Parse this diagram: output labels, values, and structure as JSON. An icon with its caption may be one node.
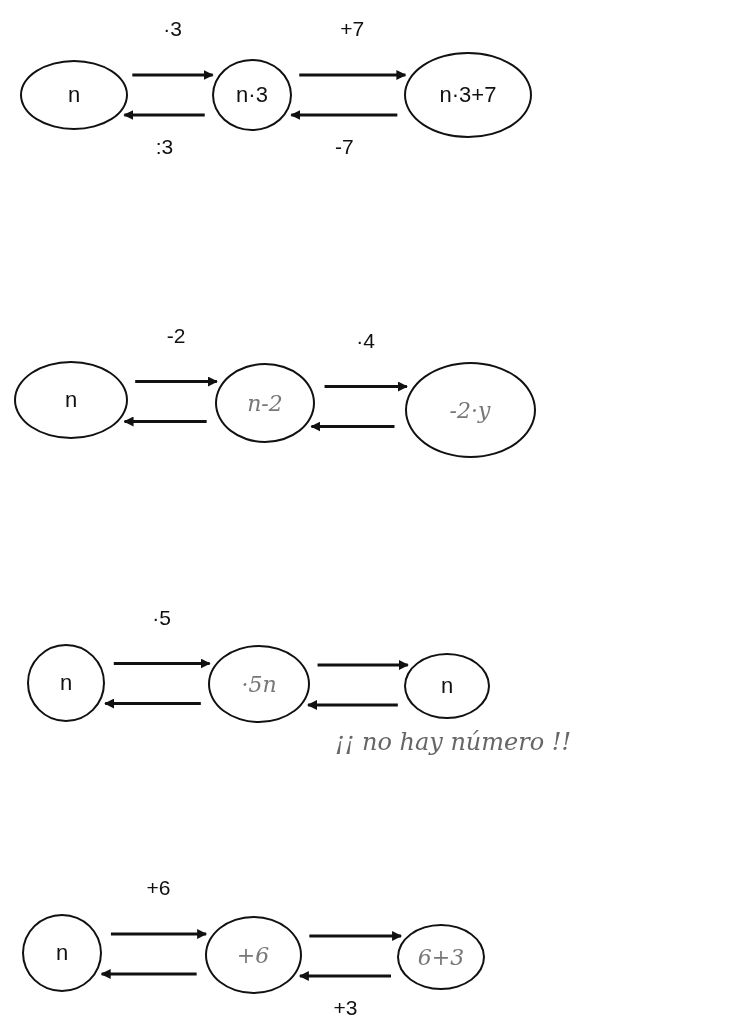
{
  "diagram": {
    "nodes": [
      {
        "text": [
          "n"
        ]
      },
      {
        "text": [
          "n·3"
        ]
      },
      {
        "text": [
          "n·3+7"
        ]
      },
      {
        "text": [
          "n"
        ]
      },
      {
        "text": [
          "n-2"
        ]
      },
      {
        "text": [
          "-2·y"
        ]
      },
      {
        "text": [
          "n"
        ]
      },
      {
        "text": [
          "·5n"
        ]
      },
      {
        "text": [
          "n"
        ]
      },
      {
        "text": [
          "n"
        ]
      },
      {
        "text": [
          "+6"
        ]
      },
      {
        "text": [
          "6+3"
        ]
      }
    ],
    "edges": [
      {
        "from": 0,
        "to": 1,
        "arrow": "to",
        "label": "·3"
      },
      {
        "from": 1,
        "to": 0,
        "arrow": "to",
        "label": ":3"
      },
      {
        "from": 1,
        "to": 2,
        "arrow": "to",
        "label": "+7"
      },
      {
        "from": 2,
        "to": 1,
        "arrow": "to",
        "label": "-7"
      },
      {
        "from": 3,
        "to": 4,
        "arrow": "to",
        "label": "-2"
      },
      {
        "from": 4,
        "to": 3,
        "arrow": "to"
      },
      {
        "from": 4,
        "to": 5,
        "arrow": "to",
        "label": "·4"
      },
      {
        "from": 5,
        "to": 4,
        "arrow": "to"
      },
      {
        "from": 6,
        "to": 7,
        "arrow": "to",
        "label": "·5"
      },
      {
        "from": 7,
        "to": 6,
        "arrow": "to"
      },
      {
        "from": 7,
        "to": 8,
        "arrow": "to"
      },
      {
        "from": 8,
        "to": 7,
        "arrow": "to"
      },
      {
        "from": 9,
        "to": 10,
        "arrow": "to",
        "label": "+6"
      },
      {
        "from": 10,
        "to": 9,
        "arrow": "to"
      },
      {
        "from": 10,
        "to": 11,
        "arrow": "to"
      },
      {
        "from": 11,
        "to": 10,
        "arrow": "to",
        "label": "+3"
      }
    ],
    "labels": [
      "¡¡ no hay número !!"
    ]
  }
}
